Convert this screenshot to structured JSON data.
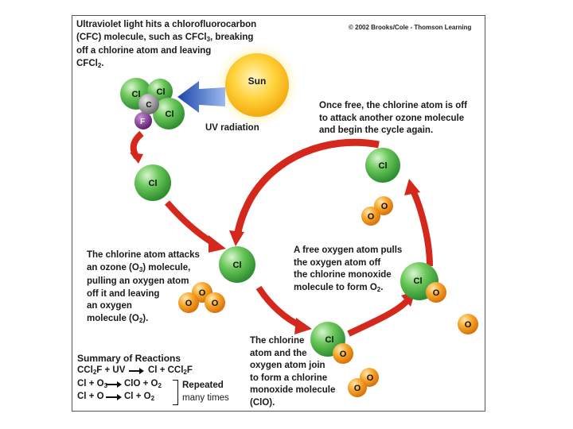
{
  "copyright": "© 2002 Brooks/Cole - Thomson Learning",
  "intro_text": [
    "Ultraviolet light hits a chlorofluorocarbon",
    "(CFC) molecule, such as CFCl",
    "off a chlorine atom and leaving",
    "CFCl"
  ],
  "intro_suffix": ", breaking",
  "intro_sub_3": "3",
  "intro_sub_2": "2",
  "sun_label": "Sun",
  "uv_label": "UV radiation",
  "cycle_text": [
    "Once free, the chlorine atom is off",
    "to attack another ozone molecule",
    "and begin the cycle again."
  ],
  "attack_text": [
    "The chlorine atom attacks",
    "an ozone (O",
    ") molecule,",
    "pulling an oxygen atom",
    "off it and leaving",
    "an oxygen",
    "molecule (O",
    ")."
  ],
  "free_oxygen_text": [
    "A free oxygen atom pulls",
    "the oxygen atom off",
    "the chlorine monoxide",
    "molecule to form O",
    "."
  ],
  "join_text": [
    "The chlorine",
    "atom and the",
    "oxygen atom join",
    "to form a chlorine",
    "monoxide molecule",
    "(ClO)."
  ],
  "summary": {
    "title": "Summary of Reactions",
    "r1_left": "CCl",
    "r1_mid": "F + UV",
    "r1_right": "Cl + CCl",
    "r1_end": "F",
    "r2_left": "Cl + O",
    "r2_right": "ClO + O",
    "r3_left": "Cl + O",
    "r3_right": "Cl + O",
    "repeated": "Repeated",
    "many_times": "many times",
    "sub3": "3",
    "sub2": "2"
  },
  "atoms": {
    "cl": "Cl",
    "c": "C",
    "f": "F",
    "o": "O"
  },
  "colors": {
    "chlorine": "#4cb848",
    "oxygen": "#f39a1f",
    "carbon": "#8a8a8a",
    "fluorine": "#7b2d8a",
    "sun": "#ffc21a",
    "arrow_red": "#d4281c",
    "arrow_blue": "#2a56b8"
  }
}
